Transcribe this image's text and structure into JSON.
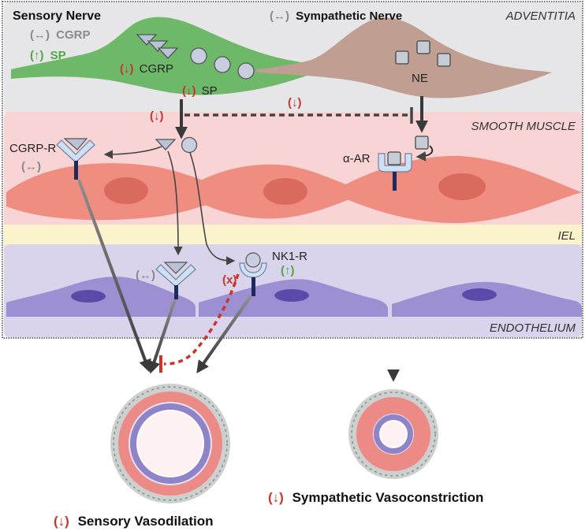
{
  "layers": {
    "adventitia": "ADVENTITIA",
    "smooth_muscle": "SMOOTH MUSCLE",
    "iel": "IEL",
    "endothelium": "ENDOTHELIUM"
  },
  "nerves": {
    "sensory": {
      "title": "Sensory Nerve",
      "cgrp_arrow": "(↔)",
      "cgrp_text": "CGRP",
      "sp_arrow": "(↑)",
      "sp_text": "SP",
      "release_cgrp_arrow": "(↓)",
      "release_cgrp_text": "CGRP",
      "release_sp_arrow": "(↓)",
      "release_sp_text": "SP",
      "flow_arrow": "(↓)"
    },
    "sympathetic": {
      "arrow": "(↔)",
      "title": "Sympathetic  Nerve",
      "ne": "NE",
      "inhibit_arrow": "(↓)"
    }
  },
  "receptors": {
    "cgrp_r": "CGRP-R",
    "cgrp_r_arrow": "(↔)",
    "alpha_ar": "α-AR",
    "endo_cgrp_arrow": "(↔)",
    "nk1_r": "NK1-R",
    "nk1_r_arrow": "(↑)",
    "blocked": "(x)"
  },
  "outcomes": {
    "sensory_arrow": "(↓)",
    "sensory_text": "Sensory Vasodilation",
    "sympathetic_arrow": "(↓)",
    "sympathetic_text": "Sympathetic Vasoconstriction"
  },
  "colors": {
    "adventitia_bg": "#e6e6e8",
    "smooth_muscle_bg": "#f8d4d4",
    "iel_bg": "#fbf3cc",
    "endothelium_bg": "#d9d3eb",
    "sensory_nerve": "#6eb86a",
    "sympathetic_nerve": "#c09e92",
    "muscle_cell": "#ef8e80",
    "endo_cell": "#9c8fd2",
    "down_red": "#c8352c",
    "up_green": "#4caa3c",
    "neutral_gray": "#8a8a8a"
  }
}
